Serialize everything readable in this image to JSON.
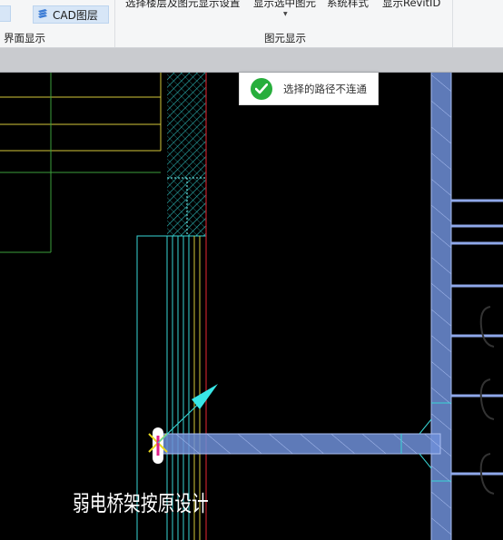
{
  "ribbon": {
    "cad_layer_label": "CAD图层",
    "group_interface": "界面显示",
    "group_element": "图元显示",
    "buttons": {
      "select_floor": "选择楼层及图元显示设置",
      "show_selected": "显示选中图元",
      "system_style": "系统样式",
      "show_revit_id": "显示RevitID"
    }
  },
  "toast": {
    "message": "选择的路径不连通",
    "status": "success",
    "icon": "check-circle-icon",
    "color": "#27ae3c"
  },
  "canvas": {
    "annotation": "弱电桥架按原设计"
  },
  "colors": {
    "ribbon_bg": "#f5f6f7",
    "canvas_bg": "#000000",
    "cad_yellow": "#d4c83a",
    "cad_green": "#3ca03c",
    "cad_cyan": "#38d6d6",
    "cad_red": "#c0202a",
    "tray_blue": "#6f8fd8"
  }
}
